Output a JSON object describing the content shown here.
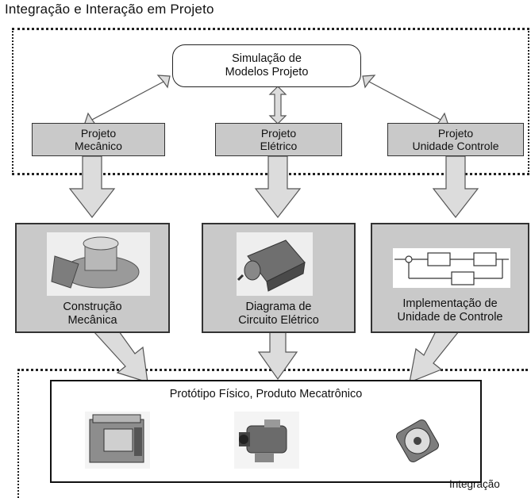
{
  "title": "Integração e Interação em Projeto",
  "simulation": {
    "line1": "Simulação de",
    "line2": "Modelos Projeto"
  },
  "design_boxes": [
    {
      "line1": "Projeto",
      "line2": "Mecânico"
    },
    {
      "line1": "Projeto",
      "line2": "Elétrico"
    },
    {
      "line1": "Projeto",
      "line2": "Unidade Controle"
    }
  ],
  "result_boxes": [
    {
      "line1": "Construção",
      "line2": "Mecânica",
      "image": "mechanical-part-image"
    },
    {
      "line1": "Diagrama de",
      "line2": "Circuito Elétrico",
      "image": "electric-motor-image"
    },
    {
      "line1": "Implementação de",
      "line2": "Unidade de Controle",
      "image": "control-block-diagram"
    }
  ],
  "prototype": {
    "title": "Protótipo Físico, Produto Mecatrônico",
    "images": [
      "machine-tool-image",
      "camcorder-image",
      "cooling-fan-image"
    ]
  },
  "integration_label": "Integração",
  "colors": {
    "box_fill": "#c9c9c9",
    "arrow_fill": "#dcdcdc",
    "border": "#333333"
  }
}
